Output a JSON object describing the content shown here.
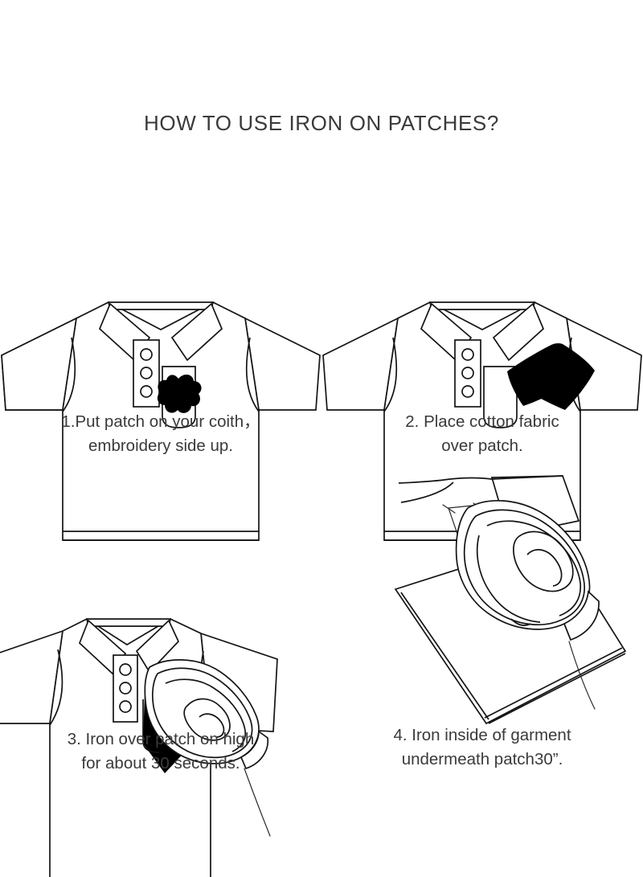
{
  "document": {
    "title": "HOW TO USE IRON ON PATCHES?",
    "background_color": "#ffffff",
    "text_color": "#3a3a3a",
    "line_color": "#141414",
    "patch_color": "#000000"
  },
  "steps": [
    {
      "number": "1.",
      "caption_line_1": "1.Put patch on your coith，",
      "caption_line_2": "embroidery side up.",
      "illustration": "polo-shirt-with-patch-on-pocket"
    },
    {
      "number": "2.",
      "caption_line_1": "2. Place cotton fabric",
      "caption_line_2": "over patch.",
      "illustration": "polo-shirt-with-cotton-fabric-over-patch"
    },
    {
      "number": "3.",
      "caption_line_1": "3. Iron over patch on high",
      "caption_line_2": "for about 30 seconds.",
      "illustration": "iron-pressing-patch-on-shirt"
    },
    {
      "number": "4.",
      "caption_line_1": "4. Iron inside of garment",
      "caption_line_2": "undermeath patch30”.",
      "illustration": "iron-on-inside-of-garment"
    }
  ]
}
